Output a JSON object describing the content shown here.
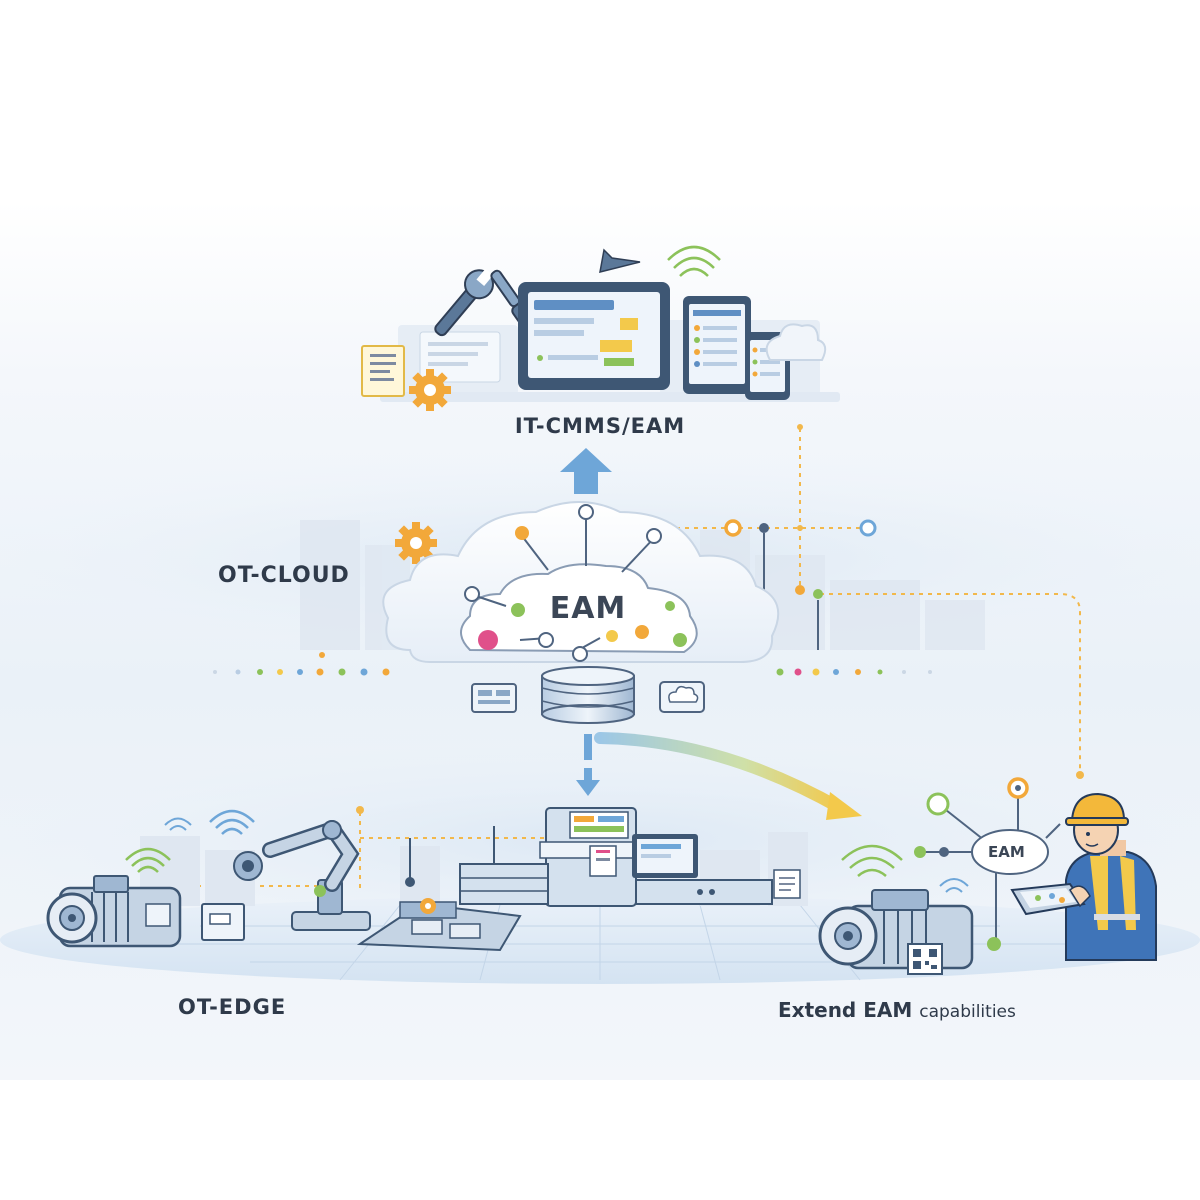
{
  "labels": {
    "it_layer": "IT-CMMS/EAM",
    "cloud_layer": "OT-CLOUD",
    "edge_layer": "OT-EDGE",
    "cloud_core": "EAM",
    "worker_hub": "EAM",
    "extend_bold": "Extend EAM",
    "extend_rest": "capabilities"
  },
  "colors": {
    "accent_blue": "#4a8fd0",
    "accent_orange": "#f2a83a",
    "accent_yellow": "#f3c94b",
    "accent_green": "#8cc25a",
    "accent_pink": "#e0508a",
    "ink": "#2f3a4a"
  },
  "icons": [
    "wrench-screwdriver-icon",
    "paper-plane-icon",
    "wifi-icon",
    "gear-icon",
    "document-icon",
    "monitor-icon",
    "tablet-icon",
    "phone-icon",
    "cloud-icon",
    "database-icon",
    "server-icon",
    "robot-arm-icon",
    "motor-icon",
    "qr-code-icon",
    "worker-icon"
  ]
}
